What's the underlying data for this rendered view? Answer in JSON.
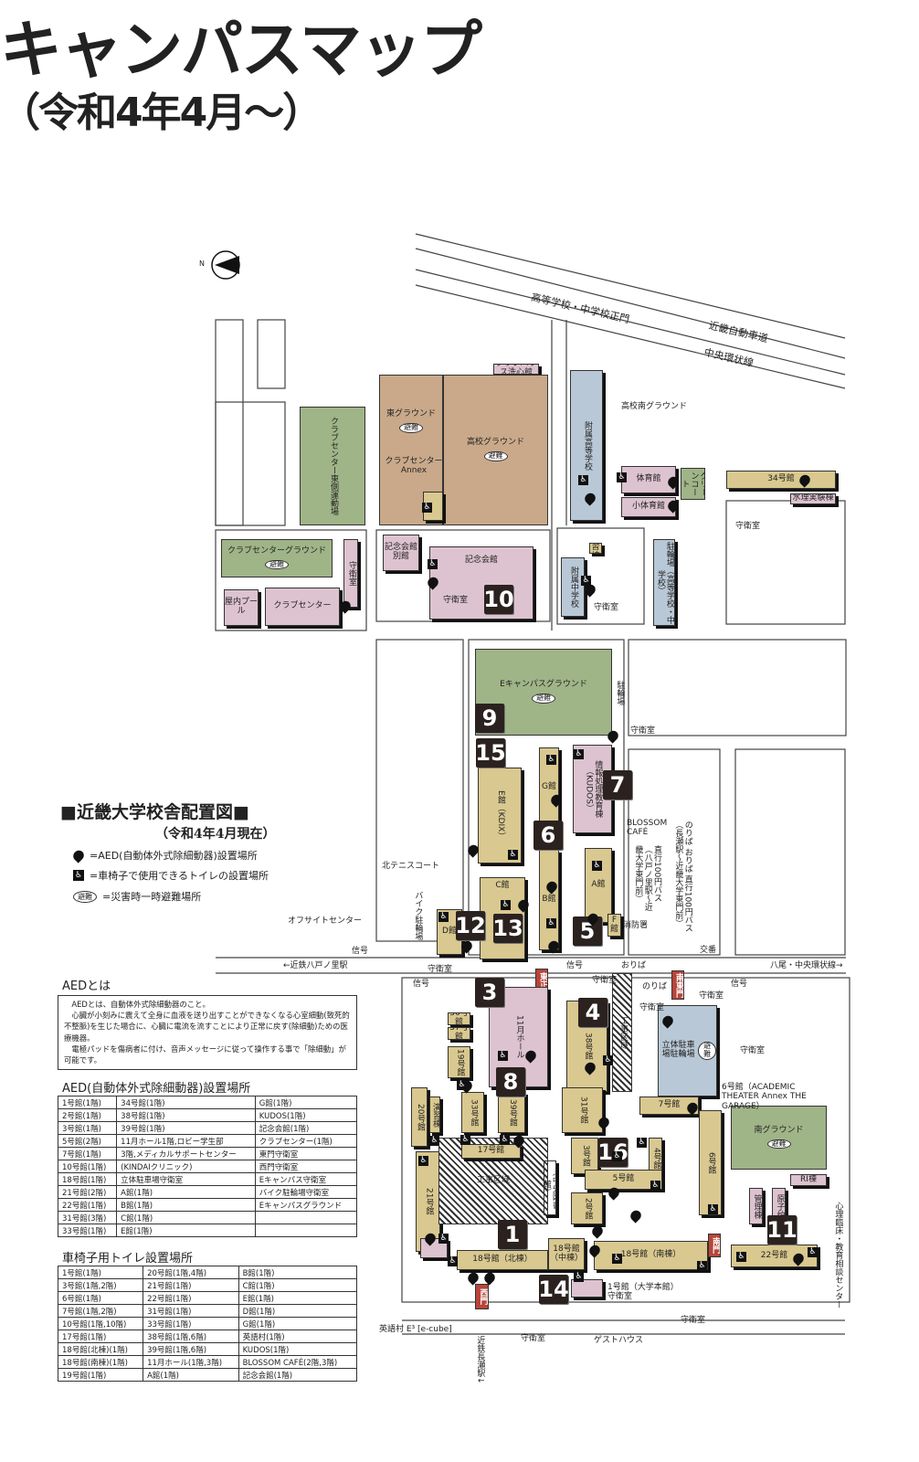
{
  "header": {
    "title": "キャンパスマップ",
    "subtitle": "（令和4年4月～）"
  },
  "compass": {
    "north": "N"
  },
  "roads": {
    "expressway": "近畿自動車道",
    "loop_line": "中央環状線",
    "hs_gate": "高等学校・中学校正門",
    "to_station_left": "←近鉄八戸ノ里駅",
    "to_right": "八尾・中央環状線→",
    "to_bottom": "近鉄長瀬駅↓",
    "signal": "信号"
  },
  "buildings": {
    "clubhouse": "クラブハウス洗心館",
    "east_ground": "東グラウンド",
    "hs_ground": "高校グラウンド",
    "cc_annex": "クラブセンターAnnex",
    "cc_east_field": "クラブセンター東側運動場",
    "cc_ground": "クラブセンターグラウンド",
    "pool": "屋内プール",
    "club_center": "クラブセンター",
    "guard_cc": "守衛室",
    "kinen_annex": "記念会館別館",
    "kinen": "記念会館",
    "hs": "附属高等学校",
    "hs_south_ground": "高校南グラウンド",
    "gym": "体育館",
    "small_gym": "小体育館",
    "green_court": "グリーンコート",
    "b34": "34号館",
    "hydro": "水理実験棟",
    "jhs": "附属中学校",
    "practice": "演習棟",
    "bike_hs": "駐輪場（高等学校・中学校）",
    "e_ground": "Eキャンパスグラウンド",
    "e_kan": "E館（KDIX）",
    "g_kan": "G館",
    "kudos": "情報処理教育棟（KUDOS）",
    "b_kan": "B館",
    "a_kan": "A館",
    "c_kan": "C館",
    "d_kan": "D館",
    "f_kan": "F館",
    "north_tennis": "北テニスコート",
    "offsite": "オフサイトセンター",
    "bike_parking": "バイク駐輪場",
    "east_main_gate": "東正門",
    "southeast_gate": "南東門",
    "hall11": "11月ホール",
    "b36": "36号館",
    "b37": "37号館",
    "b19": "19号館",
    "b38": "38号館",
    "parking": "立体駐車場駐輪場",
    "b39": "39号館",
    "b33": "33号館",
    "b20": "20号館",
    "engeki": "演習棟",
    "b21": "21号館",
    "construction": "工事区域",
    "construction2": "工事区域",
    "b17": "17号館",
    "central_lib": "（中央図書館）",
    "b31": "31号館",
    "b7": "7号館",
    "b6": "6号館",
    "b4": "4号館",
    "b3": "3号館",
    "b5": "5号館",
    "b2": "2号館",
    "south_ground": "南グラウンド",
    "ri": "RI棟",
    "admin": "管理棟",
    "reactor": "原子炉",
    "b22": "22号館",
    "b18n": "18号館（北棟）",
    "b18m": "18号館（中棟）",
    "b18s": "18号館（南棟）",
    "guesthouse_bldg": "",
    "west_gate": "西門",
    "south_gate": "南門",
    "ecube": ""
  },
  "badges": [
    "1",
    "3",
    "4",
    "5",
    "6",
    "7",
    "8",
    "9",
    "10",
    "11",
    "12",
    "13",
    "14",
    "15",
    "16"
  ],
  "labels": {
    "guard1": "守衛室",
    "guard2": "守衛室",
    "guard3": "守衛室",
    "guard4": "守衛室",
    "guard5": "守衛室",
    "guard6": "守衛室",
    "guard7": "守衛室",
    "guard8": "守衛室",
    "guard9": "守衛室",
    "guard10": "守衛室",
    "guard11": "守衛室",
    "blossom": "BLOSSOM CAFÉ",
    "bus1": "直行100円バス（八戸ノ里駅～近畿大学東門前）",
    "bus2": "のりば おりば 直行100円バス（長瀬駅～近畿大学東門前）",
    "fire": "消防署",
    "koban": "交番",
    "oriba": "おりば",
    "noriba": "のりば",
    "theater": "6号館（ACADEMIC THEATER Annex THE GARAGE）",
    "honkan": "1号館（大学本館）守衛室",
    "ecube": "英語村 E³ [e-cube]",
    "guesthouse": "ゲストハウス",
    "counsel": "心理臨床・教育相談センター",
    "bike": "駐輪場",
    "evac": "避難"
  },
  "legend": {
    "title": "■近畿大学校舎配置図■",
    "date": "（令和4年4月現在）",
    "aed": "=AED(自動体外式除細動器)設置場所",
    "wc": "=車椅子で使用できるトイレの設置場所",
    "evac_icon": "避難",
    "evac": "=災害時一時避難場所"
  },
  "aed_about": {
    "title": "AEDとは",
    "paragraphs": [
      "AEDとは、自動体外式除細動器のこと。",
      "心臓が小刻みに震えて全身に血液を送り出すことができなくなる心室細動(致死的不整脈)を生じた場合に、心臓に電流を流すことにより正常に戻す(除細動)ための医療機器。",
      "電極パッドを傷病者に付け、音声メッセージに従って操作する事で「除細動」が可能です。"
    ]
  },
  "aed_locations": {
    "title": "AED(自動体外式除細動器)設置場所",
    "rows": [
      [
        "1号館(1階)",
        "34号館(1階)",
        "G館(1階)"
      ],
      [
        "2号館(1階)",
        "38号館(1階)",
        "KUDOS(1階)"
      ],
      [
        "3号館(1階)",
        "39号館(1階)",
        "記念会館(1階)"
      ],
      [
        "5号館(2階)",
        "11月ホール1階,ロビー学生部",
        "クラブセンター(1階)"
      ],
      [
        "7号館(1階)",
        "3階,メディカルサポートセンター",
        "東門守衛室"
      ],
      [
        "10号館(1階)",
        "(KINDAIクリニック)",
        "西門守衛室"
      ],
      [
        "18号館(1階)",
        "立体駐車場守衛室",
        "Eキャンパス守衛室"
      ],
      [
        "21号館(2階)",
        "A館(1階)",
        "バイク駐輪場守衛室"
      ],
      [
        "22号館(1階)",
        "B館(1階)",
        "Eキャンパスグラウンド"
      ],
      [
        "31号館(3階)",
        "C館(1階)",
        ""
      ],
      [
        "33号館(1階)",
        "E館(1階)",
        ""
      ]
    ]
  },
  "wc_locations": {
    "title": "車椅子用トイレ設置場所",
    "rows": [
      [
        "1号館(1階)",
        "20号館(1階,4階)",
        "B館(1階)"
      ],
      [
        "3号館(1階,2階)",
        "21号館(1階)",
        "C館(1階)"
      ],
      [
        "6号館(1階)",
        "22号館(1階)",
        "E館(1階)"
      ],
      [
        "7号館(1階,2階)",
        "31号館(1階)",
        "D館(1階)"
      ],
      [
        "10号館(1階,10階)",
        "33号館(1階)",
        "G館(1階)"
      ],
      [
        "17号館(1階)",
        "38号館(1階,6階)",
        "英語村(1階)"
      ],
      [
        "18号館(北棟)(1階)",
        "39号館(1階,6階)",
        "KUDOS(1階)"
      ],
      [
        "18号館(南棟)(1階)",
        "11月ホール(1階,3階)",
        "BLOSSOM CAFÉ(2階,3階)"
      ],
      [
        "19号館(1階)",
        "A館(1階)",
        "記念会館(1階)"
      ]
    ]
  },
  "colors": {
    "tan": "#d9c88f",
    "pink": "#ddc3cf",
    "blue": "#b9c8d6",
    "green": "#9fb487",
    "brown": "#c9a98a",
    "gate": "#b8453a",
    "badge": "#2b2220"
  }
}
